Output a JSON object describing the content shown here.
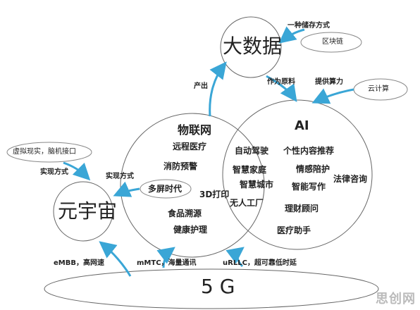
{
  "nodes": {
    "big_data": "大数据",
    "ai": "AI",
    "iot": "物联网",
    "metaverse": "元宇宙",
    "five_g": "5 G",
    "blockchain": "区块链",
    "cloud": "云计算",
    "vr_bci": "虚拟现实，脑机接口"
  },
  "labels": {
    "storage": "一种储存方式",
    "output": "产出",
    "raw_material": "作为原料",
    "compute": "提供算力",
    "impl_left": "实现方式",
    "impl_iot": "实现方式",
    "embb": "eMBB，高网速",
    "mmtc": "mMTC，海量通讯",
    "urllc": "uRLLC，超可靠低时延"
  },
  "iot_items": [
    "远程医疗",
    "消防预警",
    "多屏时代",
    "食品溯源",
    "健康护理"
  ],
  "overlap_items": [
    "自动驾驶",
    "智慧家庭",
    "智慧城市",
    "3D打印",
    "无人工厂"
  ],
  "ai_items": [
    "个性内容推荐",
    "情感陪护",
    "法律咨询",
    "智能写作",
    "理财顾问",
    "医疗助手"
  ],
  "watermark": "思创网",
  "colors": {
    "arrow": "#3aa6d6",
    "line": "#666666"
  }
}
